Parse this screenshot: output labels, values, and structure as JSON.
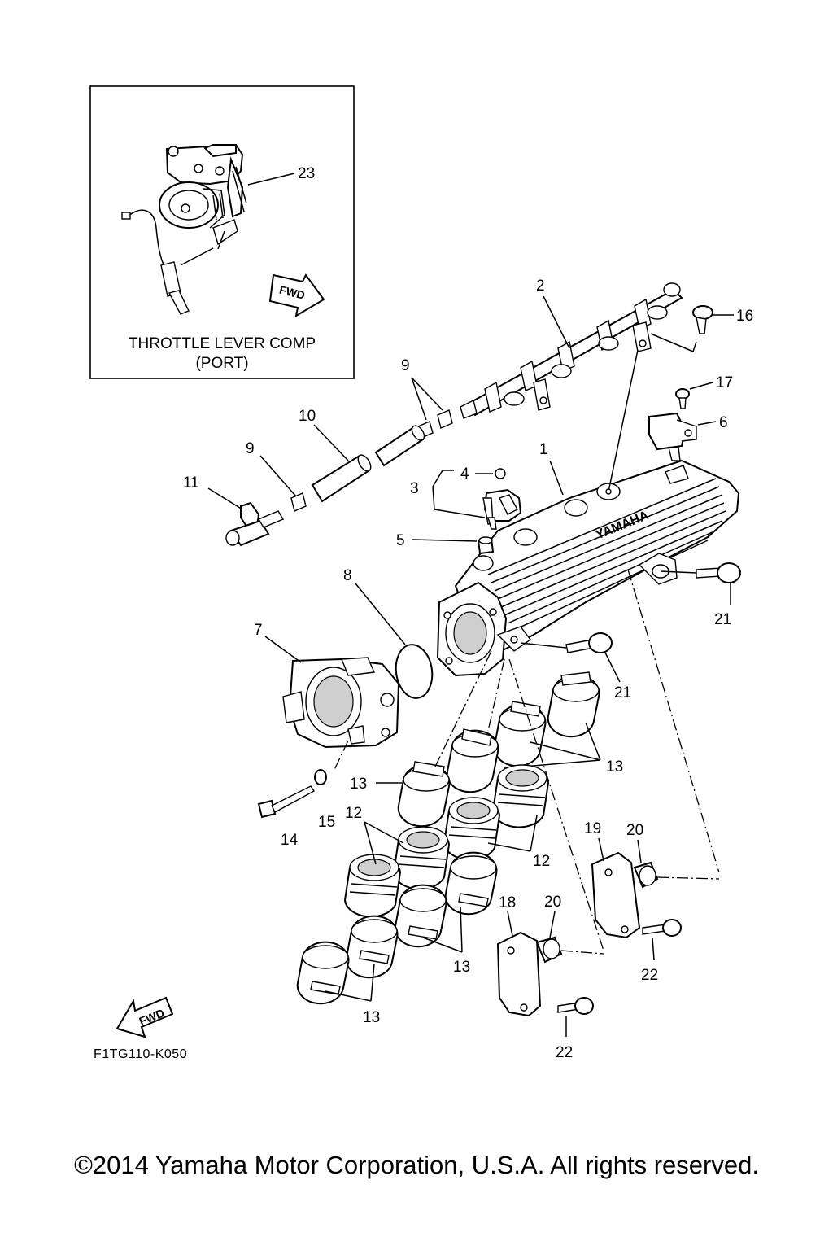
{
  "inset": {
    "title_line1": "THROTTLE LEVER COMP",
    "title_line2": "(PORT)",
    "fwd_label": "FWD"
  },
  "fwd_label": "FWD",
  "figure_code": "F1TG110-K050",
  "copyright": "©2014 Yamaha Motor Corporation, U.S.A. All rights reserved.",
  "manifold_logo": "YAMAHA",
  "callouts": {
    "c1": "1",
    "c2": "2",
    "c3": "3",
    "c4": "4",
    "c5": "5",
    "c6": "6",
    "c7": "7",
    "c8": "8",
    "c9a": "9",
    "c9b": "9",
    "c10": "10",
    "c11": "11",
    "c12a": "12",
    "c12b": "12",
    "c13a": "13",
    "c13b": "13",
    "c13c": "13",
    "c13d": "13",
    "c14": "14",
    "c15": "15",
    "c16": "16",
    "c17": "17",
    "c18": "18",
    "c19": "19",
    "c20a": "20",
    "c20b": "20",
    "c21a": "21",
    "c21b": "21",
    "c22a": "22",
    "c22b": "22",
    "c23": "23"
  }
}
